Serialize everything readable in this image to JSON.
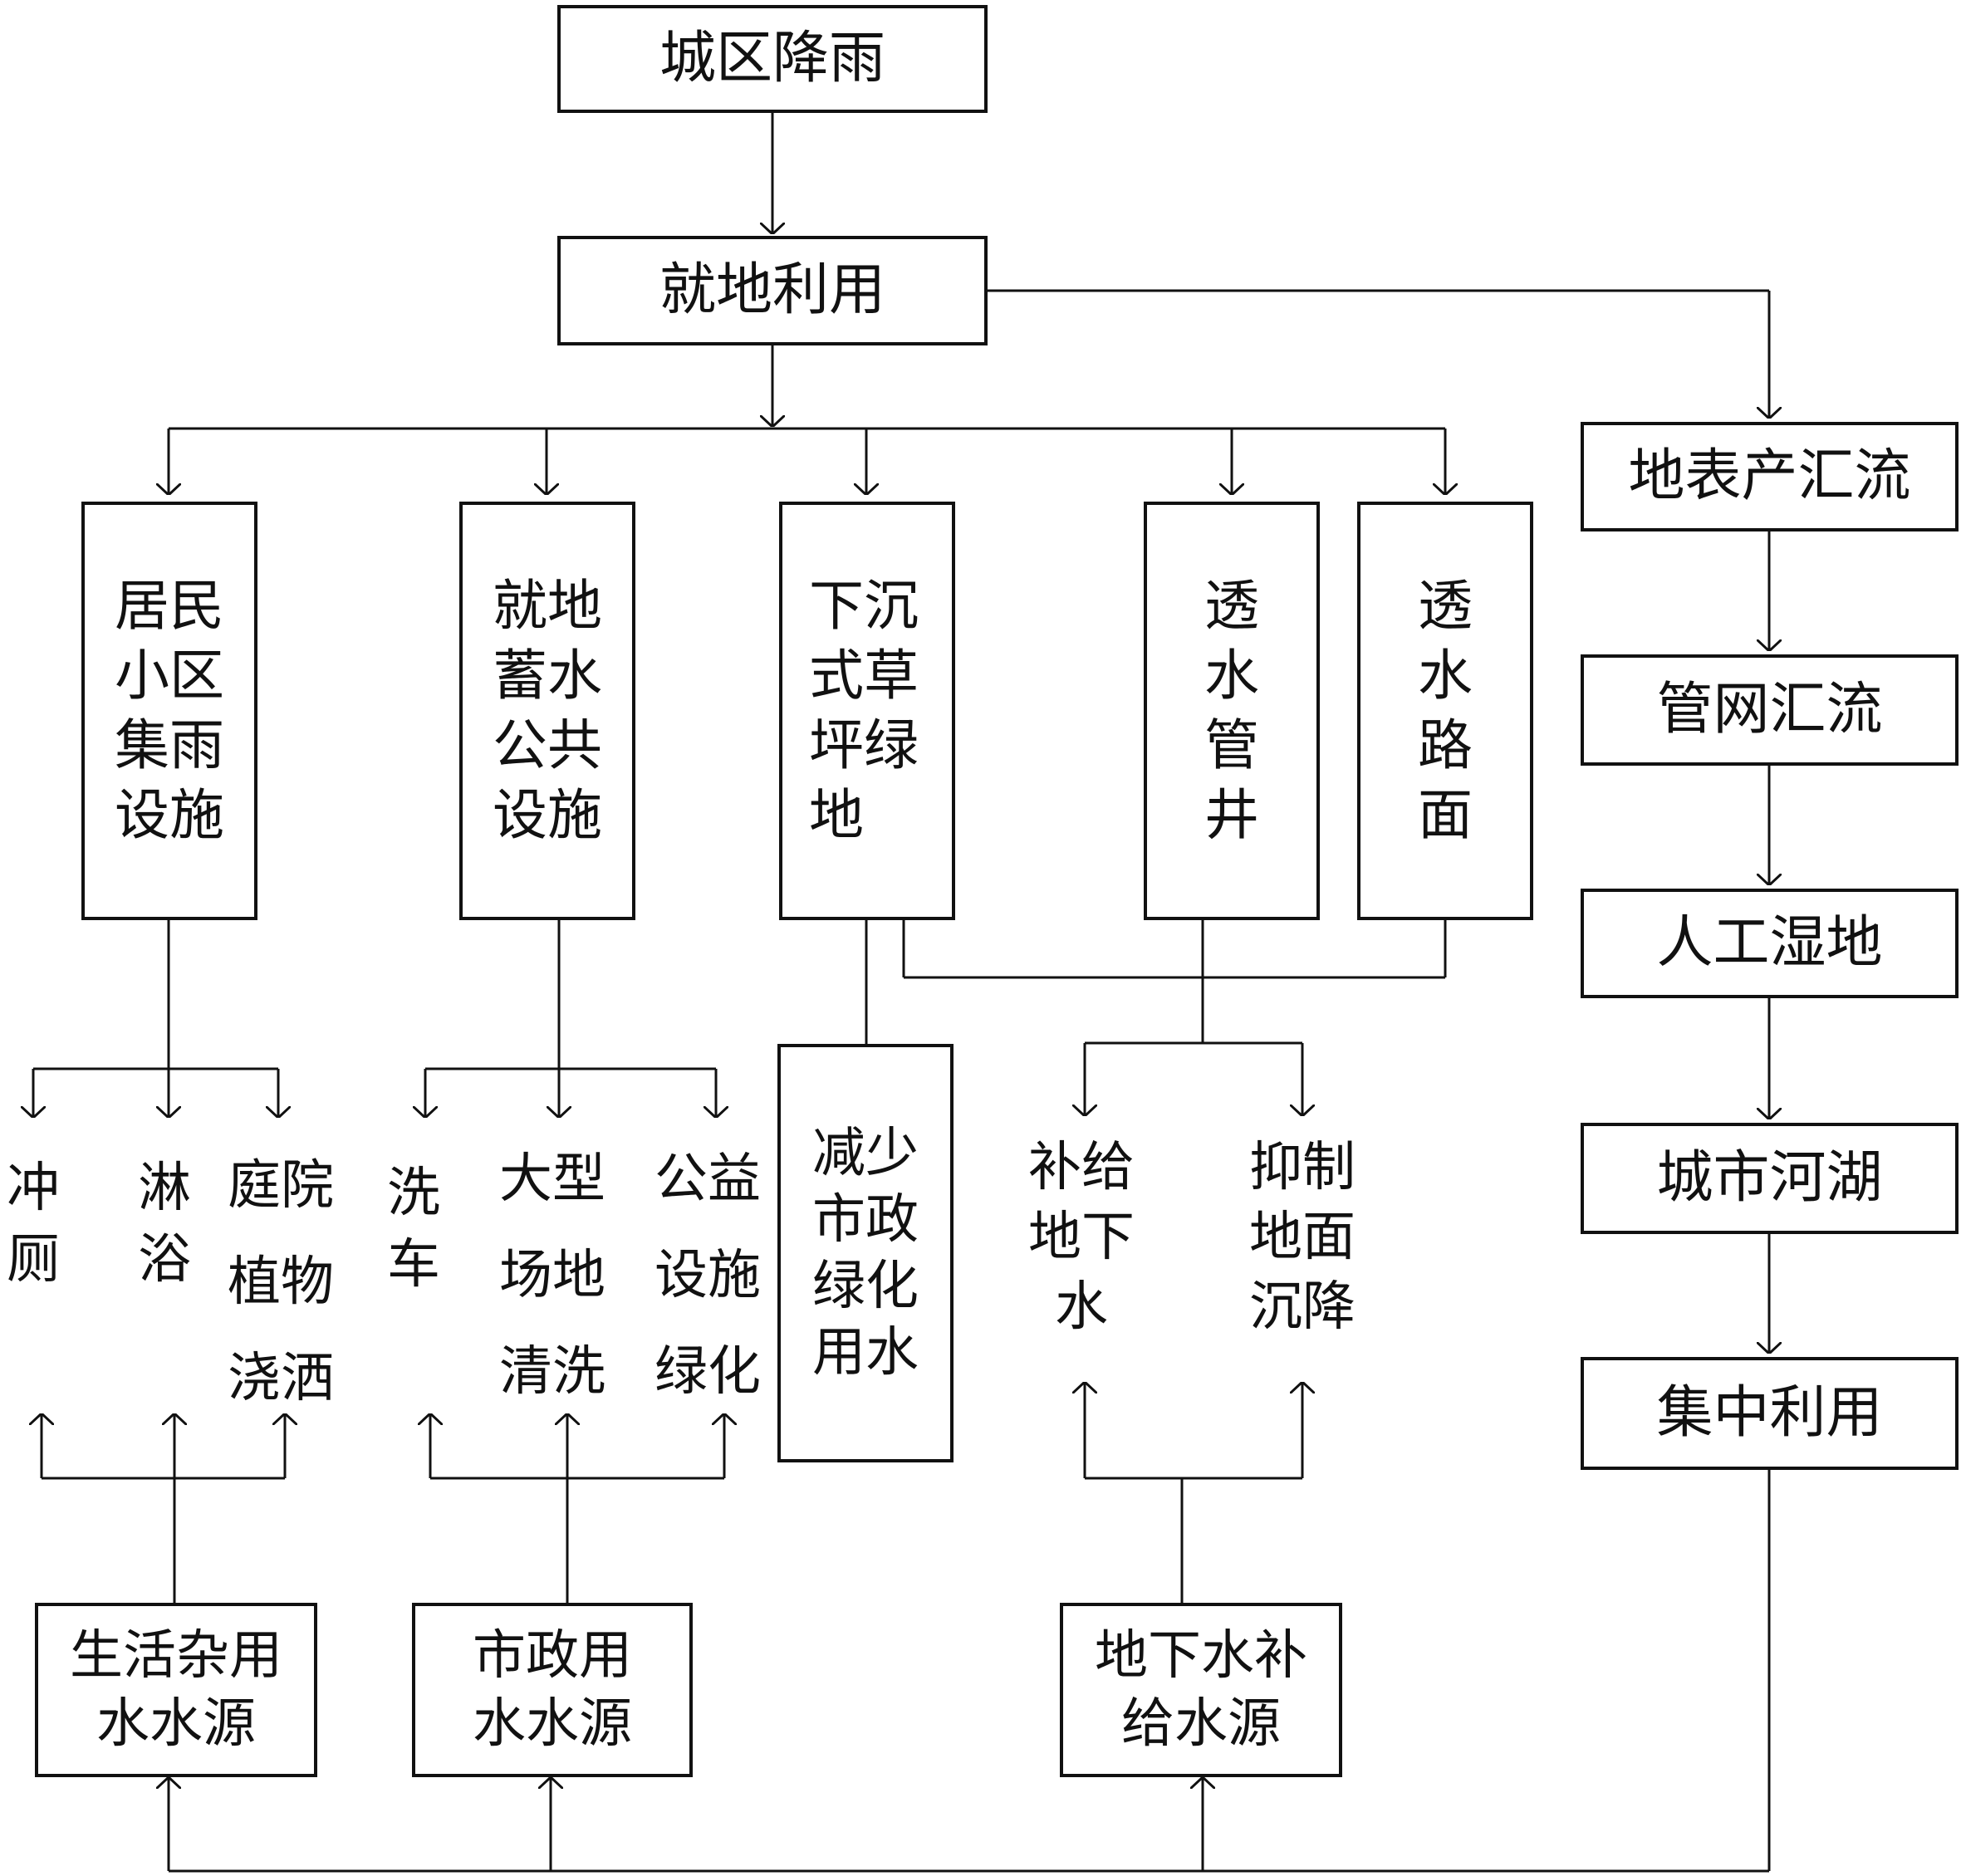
{
  "colors": {
    "line": "#111111",
    "background": "#ffffff"
  },
  "nodes": {
    "rain": "城区降雨",
    "local_use": "就地利用",
    "residential": "居民小区集雨设施",
    "storage": "就地蓄水公共设施",
    "sunken_lawn": "下沉式草坪绿地",
    "perm_well": "透水管井",
    "perm_road": "透水路面",
    "surface_runoff": "地表产汇流",
    "pipe_runoff": "管网汇流",
    "wetland": "人工湿地",
    "urban_lake": "城市河湖",
    "central_use": "集中利用",
    "reduce_green": "减少市政绿化用水",
    "domestic_source": "生活杂用\n水水源",
    "municipal_source": "市政用\n水水源",
    "recharge_source": "地下水补\n给水源"
  },
  "uses": {
    "toilet": "冲厕",
    "shower": "淋浴",
    "garden": "庭院\n植物\n浇洒",
    "carwash": "洗车",
    "plaza": "大型\n场地\n清洗",
    "public_green": "公益\n设施\n绿化",
    "recharge": "补给\n地下\n水",
    "subsidence": "抑制\n地面\n沉降"
  }
}
